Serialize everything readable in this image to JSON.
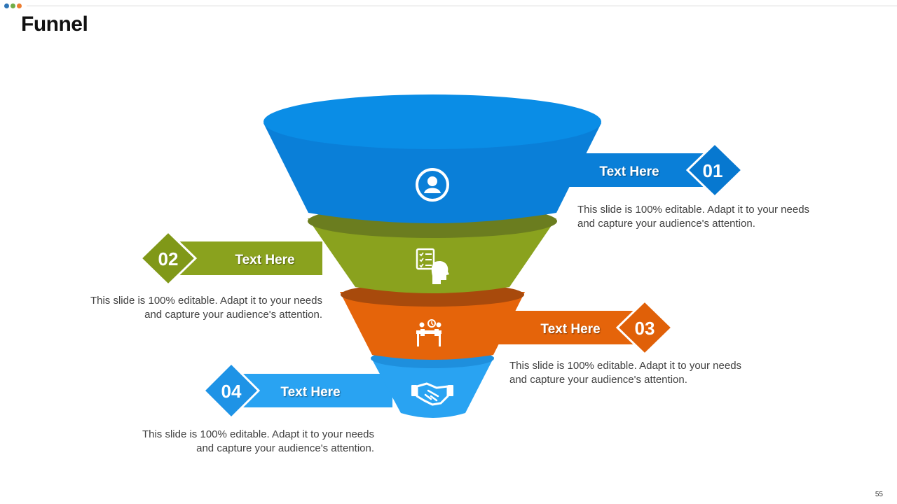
{
  "slide": {
    "title": "Funnel",
    "page_number": "55",
    "header_dots": [
      "#2e75b6",
      "#70ad47",
      "#ed7d31"
    ]
  },
  "stages": [
    {
      "number": "01",
      "label": "Text Here",
      "description": "This slide is 100% editable. Adapt it to your needs and capture your audience's attention.",
      "icon": "user-circle-icon",
      "color": "#0a7fd8"
    },
    {
      "number": "02",
      "label": "Text Here",
      "description": "This slide is 100% editable. Adapt it to your needs and capture your audience's attention.",
      "icon": "checklist-head-icon",
      "color": "#8aa21e"
    },
    {
      "number": "03",
      "label": "Text Here",
      "description": "This slide is 100% editable. Adapt it to your needs and capture your audience's attention.",
      "icon": "meeting-desk-icon",
      "color": "#e5640a"
    },
    {
      "number": "04",
      "label": "Text Here",
      "description": "This slide is 100% editable. Adapt it to your needs and capture your audience's attention.",
      "icon": "handshake-icon",
      "color": "#29a3f2"
    }
  ]
}
